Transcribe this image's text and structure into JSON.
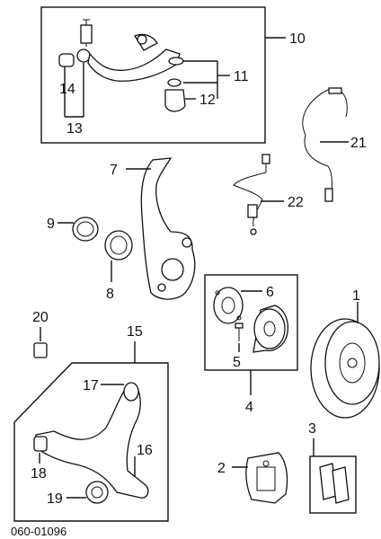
{
  "labels": {
    "l1": "1",
    "l2": "2",
    "l3": "3",
    "l4": "4",
    "l5": "5",
    "l6": "6",
    "l7": "7",
    "l8": "8",
    "l9": "9",
    "l10": "10",
    "l11": "11",
    "l12": "12",
    "l13": "13",
    "l14": "14",
    "l15": "15",
    "l16": "16",
    "l17": "17",
    "l18": "18",
    "l19": "19",
    "l20": "20",
    "l21": "21",
    "l22": "22"
  },
  "diagram_code": "060-01096"
}
